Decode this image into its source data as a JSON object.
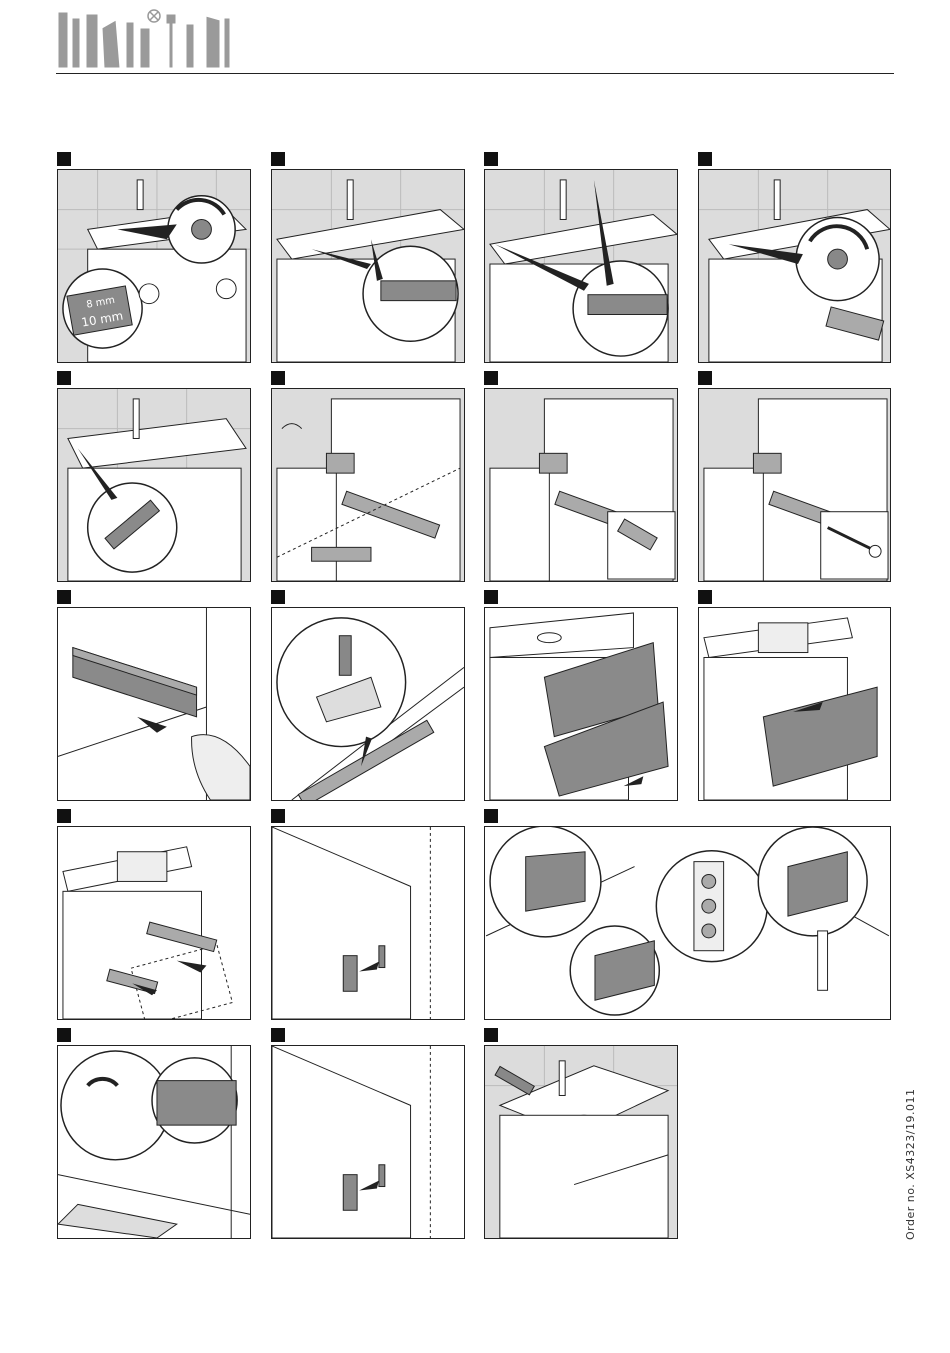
{
  "document": {
    "order_number": "Order no. XS4323/19.011",
    "detail_labels": {
      "spacer_mm": "10 mm",
      "spacer_mm_alt": "8 mm"
    },
    "colors": {
      "line": "#222222",
      "tile": "#d9d9d9",
      "part_grey": "#8a8a8a",
      "logo_grey": "#9a9a9a"
    },
    "logo_icons": [
      "level-icon",
      "drill-icon",
      "screwdriver-icon",
      "no-icon",
      "wrench-icon",
      "ruler-icon",
      "glue-icon"
    ],
    "steps": [
      {
        "id": 1,
        "illustration": "tighten-nut-spacer"
      },
      {
        "id": 2,
        "illustration": "apply-silicone-basin"
      },
      {
        "id": 3,
        "illustration": "apply-silicone-wall"
      },
      {
        "id": 4,
        "illustration": "tighten-nut"
      },
      {
        "id": 5,
        "illustration": "mark-holes"
      },
      {
        "id": 6,
        "illustration": "cabinet-brackets"
      },
      {
        "id": 7,
        "illustration": "insert-dowels"
      },
      {
        "id": 8,
        "illustration": "insert-screws"
      },
      {
        "id": 9,
        "illustration": "pull-out-rail"
      },
      {
        "id": 10,
        "illustration": "clip-runner"
      },
      {
        "id": 11,
        "illustration": "insert-drawers"
      },
      {
        "id": 12,
        "illustration": "push-drawer"
      },
      {
        "id": 13,
        "illustration": "remove-drawer"
      },
      {
        "id": 14,
        "illustration": "side-adjust"
      },
      {
        "id": 15,
        "illustration": "front-adjustment"
      },
      {
        "id": 16,
        "illustration": "drawer-adjust"
      },
      {
        "id": 17,
        "illustration": "side-adjust-2"
      },
      {
        "id": 18,
        "illustration": "final-seal"
      }
    ]
  }
}
